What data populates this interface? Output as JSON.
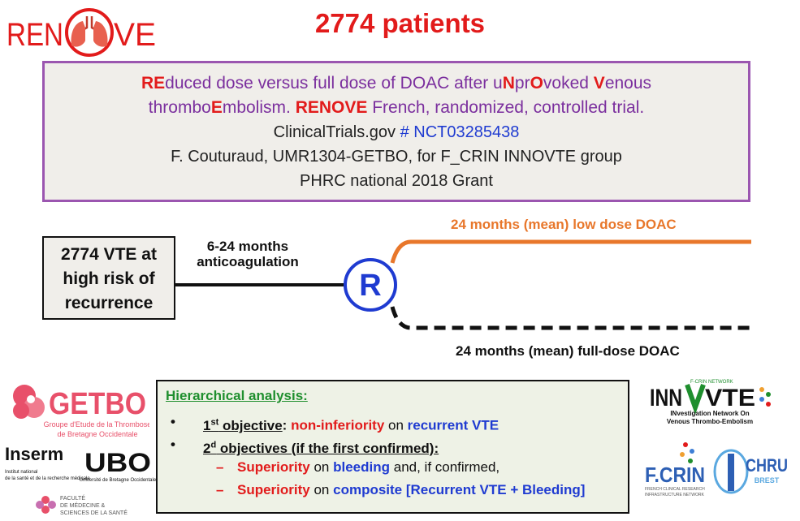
{
  "header": {
    "logo_text": "RENOVE",
    "title": "2774 patients"
  },
  "trial_box": {
    "line1": [
      {
        "text": "RE",
        "style": "red"
      },
      {
        "text": "duced dose versus full dose of DOAC after u",
        "style": "purple"
      },
      {
        "text": "N",
        "style": "red"
      },
      {
        "text": "pr",
        "style": "purple"
      },
      {
        "text": "O",
        "style": "red"
      },
      {
        "text": "voked ",
        "style": "purple"
      },
      {
        "text": "V",
        "style": "red"
      },
      {
        "text": "enous",
        "style": "purple"
      }
    ],
    "line2": [
      {
        "text": "thrombo",
        "style": "purple"
      },
      {
        "text": "E",
        "style": "red"
      },
      {
        "text": "mbolism. ",
        "style": "purple"
      },
      {
        "text": "RENOVE",
        "style": "red"
      },
      {
        "text": " French, randomized, controlled trial.",
        "style": "purple"
      }
    ],
    "registry_prefix": "ClinicalTrials.gov ",
    "registry_id": "# NCT03285438",
    "investigator": "F. Couturaud, UMR1304-GETBO, for F_CRIN INNOVTE group",
    "grant": "PHRC national 2018 Grant"
  },
  "diagram": {
    "start_box": [
      "2774 VTE at",
      "high risk of",
      "recurrence"
    ],
    "anticoag_label": [
      "6-24 months",
      "anticoagulation"
    ],
    "randomization_letter": "R",
    "arm_low": "24 months (mean) low dose DOAC",
    "arm_full": "24 months (mean)  full-dose DOAC",
    "colors": {
      "low_arm": "#e8772b",
      "full_arm": "#111111",
      "circle": "#1f3bd1"
    }
  },
  "analysis": {
    "heading": "Hierarchical analysis:",
    "bullet_glyph": "•",
    "dash_glyph": "–",
    "obj1": {
      "ordinal": "1",
      "sup": "st",
      "label": " objective",
      "colon": ": ",
      "claim": "non-inferiority",
      "mid": " on ",
      "outcome": "recurrent VTE"
    },
    "obj2": {
      "ordinal": "2",
      "sup": "d",
      "label": " objectives (if the first confirmed):"
    },
    "sub1": {
      "claim": "Superiority",
      "mid": " on ",
      "outcome": "bleeding",
      "tail": " and, if confirmed,"
    },
    "sub2": {
      "claim": "Superiority",
      "mid": " on ",
      "outcome": "composite [Recurrent VTE + Bleeding]"
    }
  },
  "logos": {
    "getbo": {
      "name": "GETBO",
      "tagline": [
        "Groupe d'Etude de la Thrombose",
        "de Bretagne Occidentale"
      ]
    },
    "inserm": {
      "name": "Inserm",
      "tagline": [
        "Institut national",
        "de la santé et de la recherche médicale"
      ]
    },
    "ubo": {
      "name": "UBO",
      "tagline": "Université de Bretagne Occidentale"
    },
    "faculte": {
      "lines": [
        "FACULTÉ",
        "DE MÉDECINE &",
        "SCIENCES DE LA SANTÉ"
      ]
    },
    "innovte": {
      "name": "INNOVTE",
      "tagline": [
        "INvestigation Network On",
        "Venous Thrombo-Embolism"
      ],
      "badge": "F-CRIN NETWORK"
    },
    "fcrin": {
      "name": "F.CRIN",
      "tagline": [
        "FRENCH CLINICAL RESEARCH",
        "INFRASTRUCTURE NETWORK"
      ]
    },
    "chru": {
      "name": "CHRU",
      "sub": "BREST"
    }
  }
}
